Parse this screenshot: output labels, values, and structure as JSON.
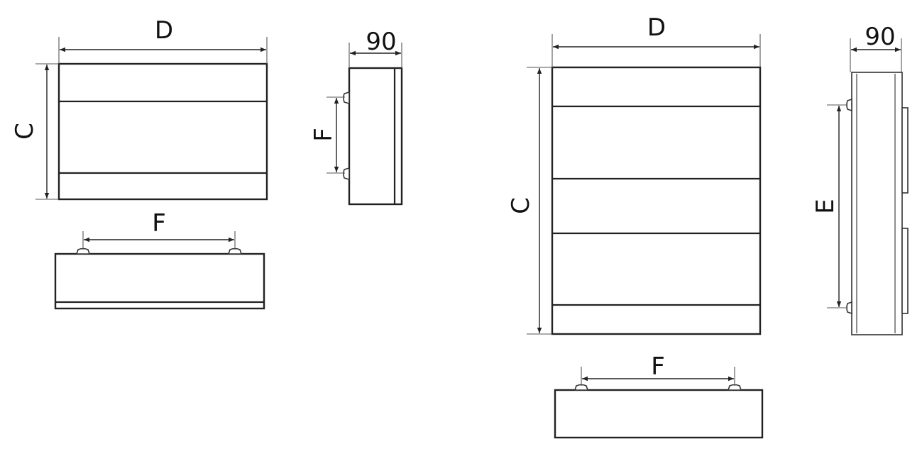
{
  "small_unit": {
    "front": {
      "width_label": "D",
      "height_label": "C"
    },
    "side": {
      "depth_label": "90",
      "mount_label": "F"
    },
    "bottom": {
      "mount_label": "F"
    }
  },
  "large_unit": {
    "front": {
      "width_label": "D",
      "height_label": "C"
    },
    "side": {
      "depth_label": "90",
      "mount_label": "E"
    },
    "bottom": {
      "mount_label": "F"
    }
  },
  "colors": {
    "line": "#222222",
    "background": "#ffffff"
  }
}
